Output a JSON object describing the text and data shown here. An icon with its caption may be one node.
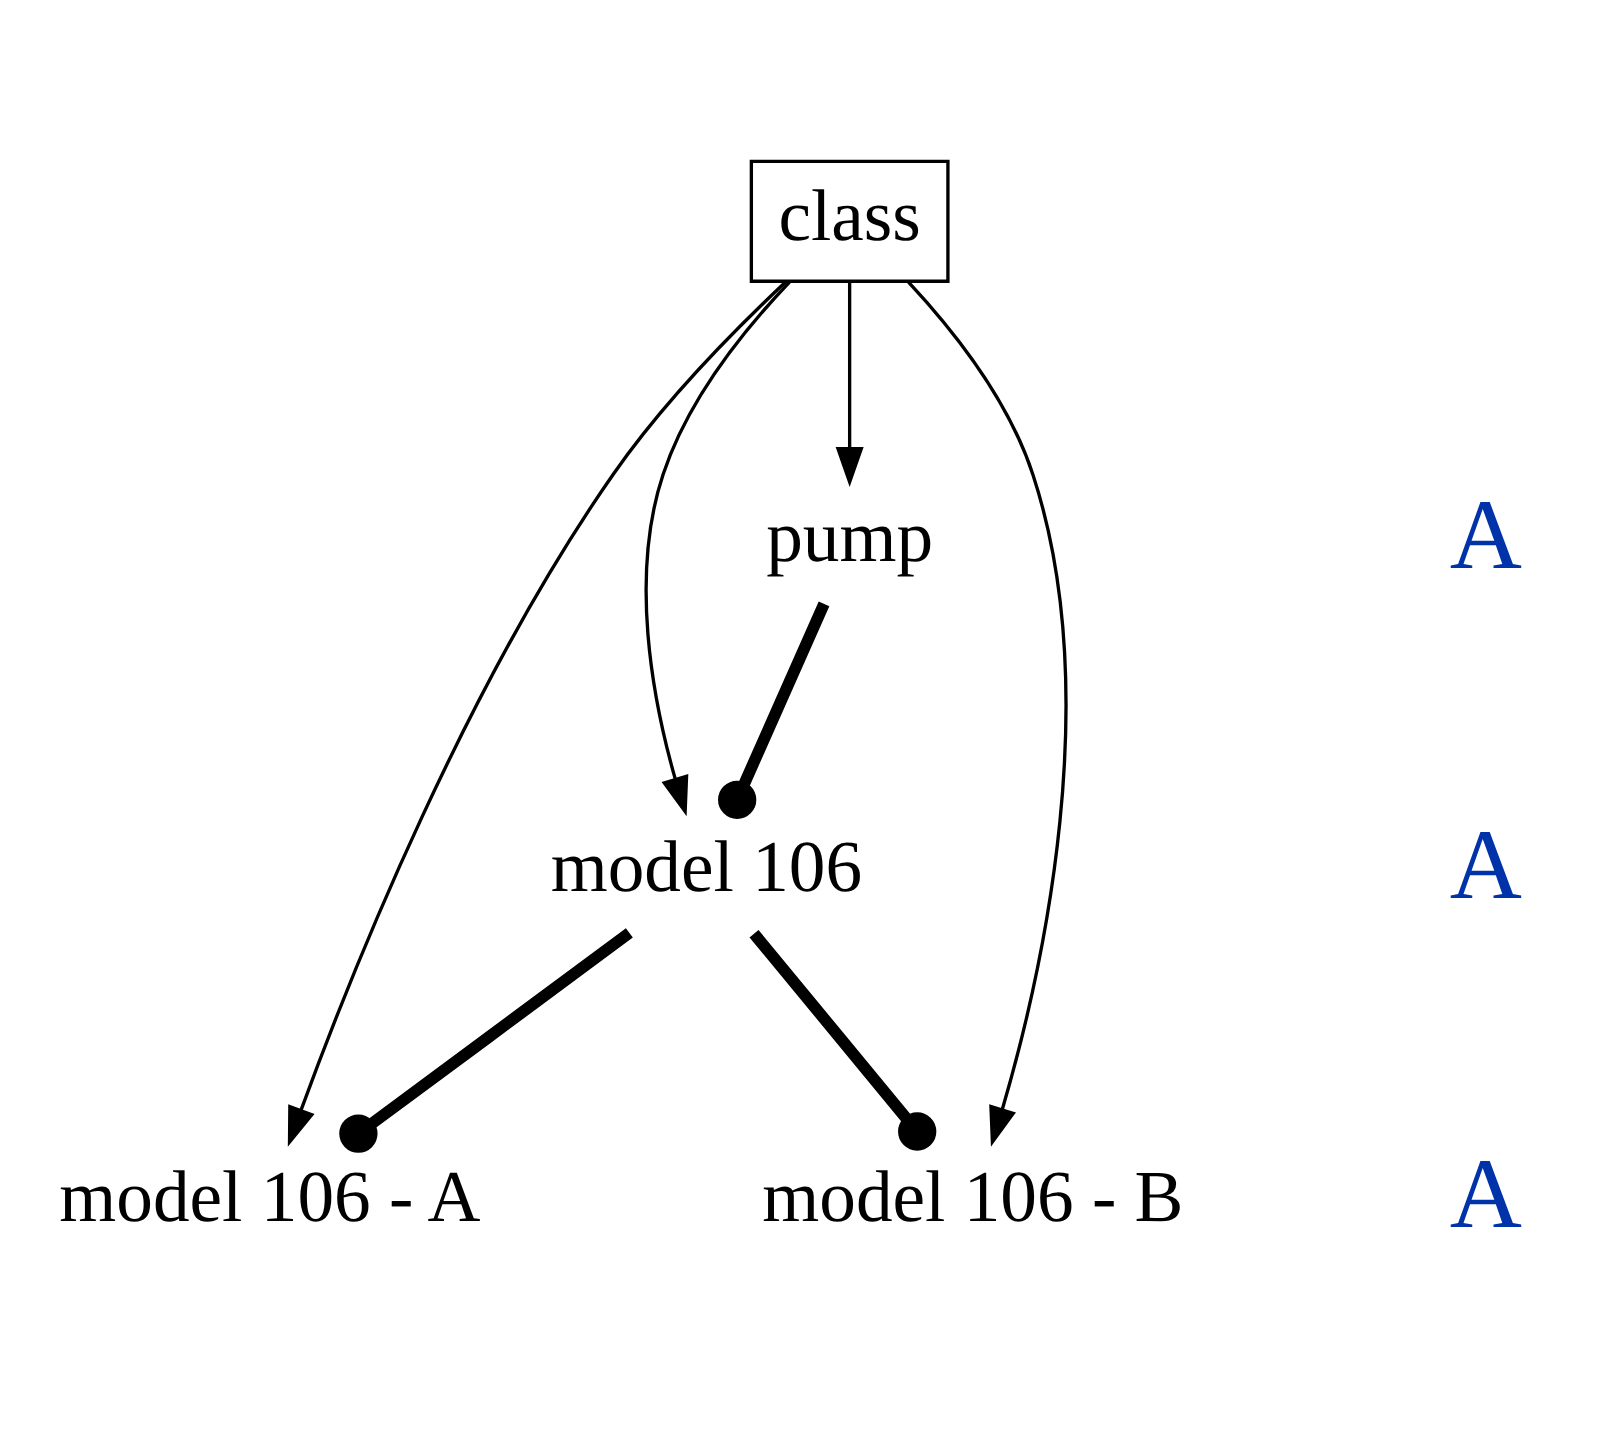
{
  "diagram": {
    "nodes": [
      {
        "text": [
          "class"
        ]
      },
      {
        "text": [
          "pump"
        ]
      },
      {
        "text": [
          "model 106"
        ]
      },
      {
        "text": [
          "model 106 - A"
        ]
      },
      {
        "text": [
          "model 106 - B"
        ]
      }
    ],
    "edges": [
      {
        "from": 0,
        "to": 1,
        "arrow": "to"
      },
      {
        "from": 0,
        "to": 2,
        "arrow": "to"
      },
      {
        "from": 0,
        "to": 3,
        "arrow": "to"
      },
      {
        "from": 0,
        "to": 4,
        "arrow": "to"
      },
      {
        "from": 1,
        "to": 2,
        "arrow": "other",
        "style": "thick"
      },
      {
        "from": 2,
        "to": 3,
        "arrow": "other",
        "style": "thick"
      },
      {
        "from": 2,
        "to": 4,
        "arrow": "other",
        "style": "thick"
      }
    ],
    "labels": [
      "A",
      "A",
      "A"
    ]
  }
}
